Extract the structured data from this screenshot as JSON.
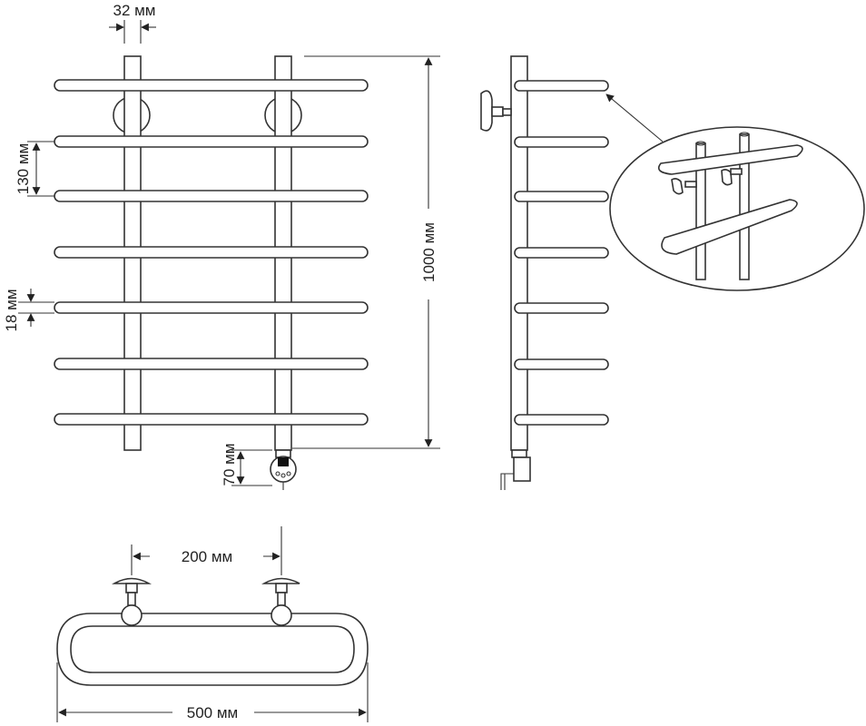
{
  "dimensions": {
    "pipe_diameter": "32 мм",
    "rung_spacing": "130 мм",
    "rung_diameter": "18 мм",
    "total_height": "1000 мм",
    "heater_offset": "70 мм",
    "mount_spacing": "200 мм",
    "total_width": "500 мм"
  },
  "colors": {
    "line": "#333333",
    "background": "#ffffff"
  },
  "views": [
    "front-view",
    "side-view",
    "top-view",
    "detail-callout"
  ]
}
